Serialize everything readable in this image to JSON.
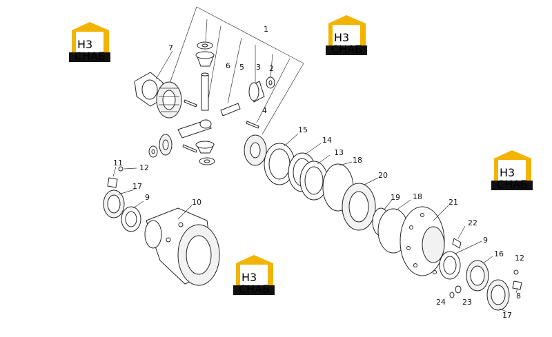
{
  "logos": [
    {
      "name": "logo-top-left",
      "h3": "H3",
      "label": "СНАБ",
      "color": "#f2b400"
    },
    {
      "name": "logo-top-center",
      "h3": "H3",
      "label": "СНАБ",
      "color": "#f2b400"
    },
    {
      "name": "logo-right",
      "h3": "H3",
      "label": "СНАБ",
      "color": "#f2b400"
    },
    {
      "name": "logo-bottom-center",
      "h3": "H3",
      "label": "СНАБ",
      "color": "#f2b400"
    }
  ],
  "callouts": {
    "c1": "1",
    "c2": "2",
    "c3": "3",
    "c4": "4",
    "c5": "5",
    "c6": "6",
    "c7": "7",
    "c8": "8",
    "c9a": "9",
    "c9b": "9",
    "c10": "10",
    "c11": "11",
    "c12a": "12",
    "c12b": "12",
    "c13": "13",
    "c14": "14",
    "c15": "15",
    "c16": "16",
    "c17a": "17",
    "c17b": "17",
    "c18a": "18",
    "c18b": "18",
    "c19": "19",
    "c20": "20",
    "c21": "21",
    "c22": "22",
    "c23": "23",
    "c24": "24"
  }
}
